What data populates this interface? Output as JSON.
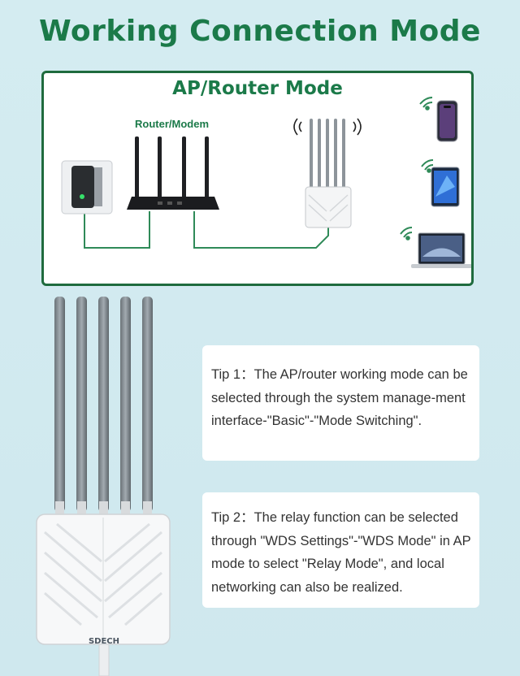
{
  "page": {
    "title": "Working Connection Mode"
  },
  "diagram": {
    "title": "AP/Router Mode",
    "router_label": "Router/Modem",
    "device_brand": "SDECH"
  },
  "tips": [
    {
      "text": "Tip 1：The AP/router working mode can be selected through the system manage-ment interface-\"Basic\"-\"Mode Switching\"."
    },
    {
      "text": "Tip 2：The relay function can be selected through \"WDS Settings\"-\"WDS Mode\" in AP mode to select \"Relay Mode\", and local networking can also be realized."
    }
  ],
  "colors": {
    "accent_green": "#1b7a49",
    "frame_green": "#1f6b3e",
    "background": "#d4ecf1"
  }
}
